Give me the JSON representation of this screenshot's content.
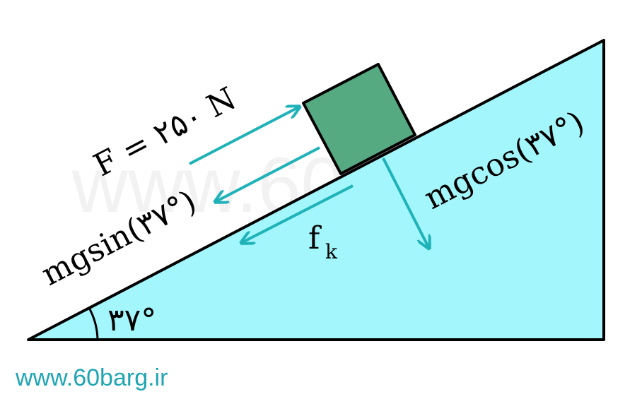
{
  "diagram": {
    "force_label": "F = ۲۵۰ N",
    "parallel_component_label": "mgsin(۳۷°)",
    "perpendicular_component_label": "mgcos(۳۷°)",
    "friction_label_main": "f",
    "friction_label_subscript": "k",
    "angle_label": "۳۷°",
    "watermark": "www.60barg.ir"
  },
  "colors": {
    "incline_fill": "#a3f6fb",
    "block_fill": "#56aa82",
    "arrow_color": "#1fb2b8",
    "outline": "#000000",
    "footer_text": "#1fa5b3"
  },
  "footer": {
    "website": "www.60barg.ir"
  }
}
